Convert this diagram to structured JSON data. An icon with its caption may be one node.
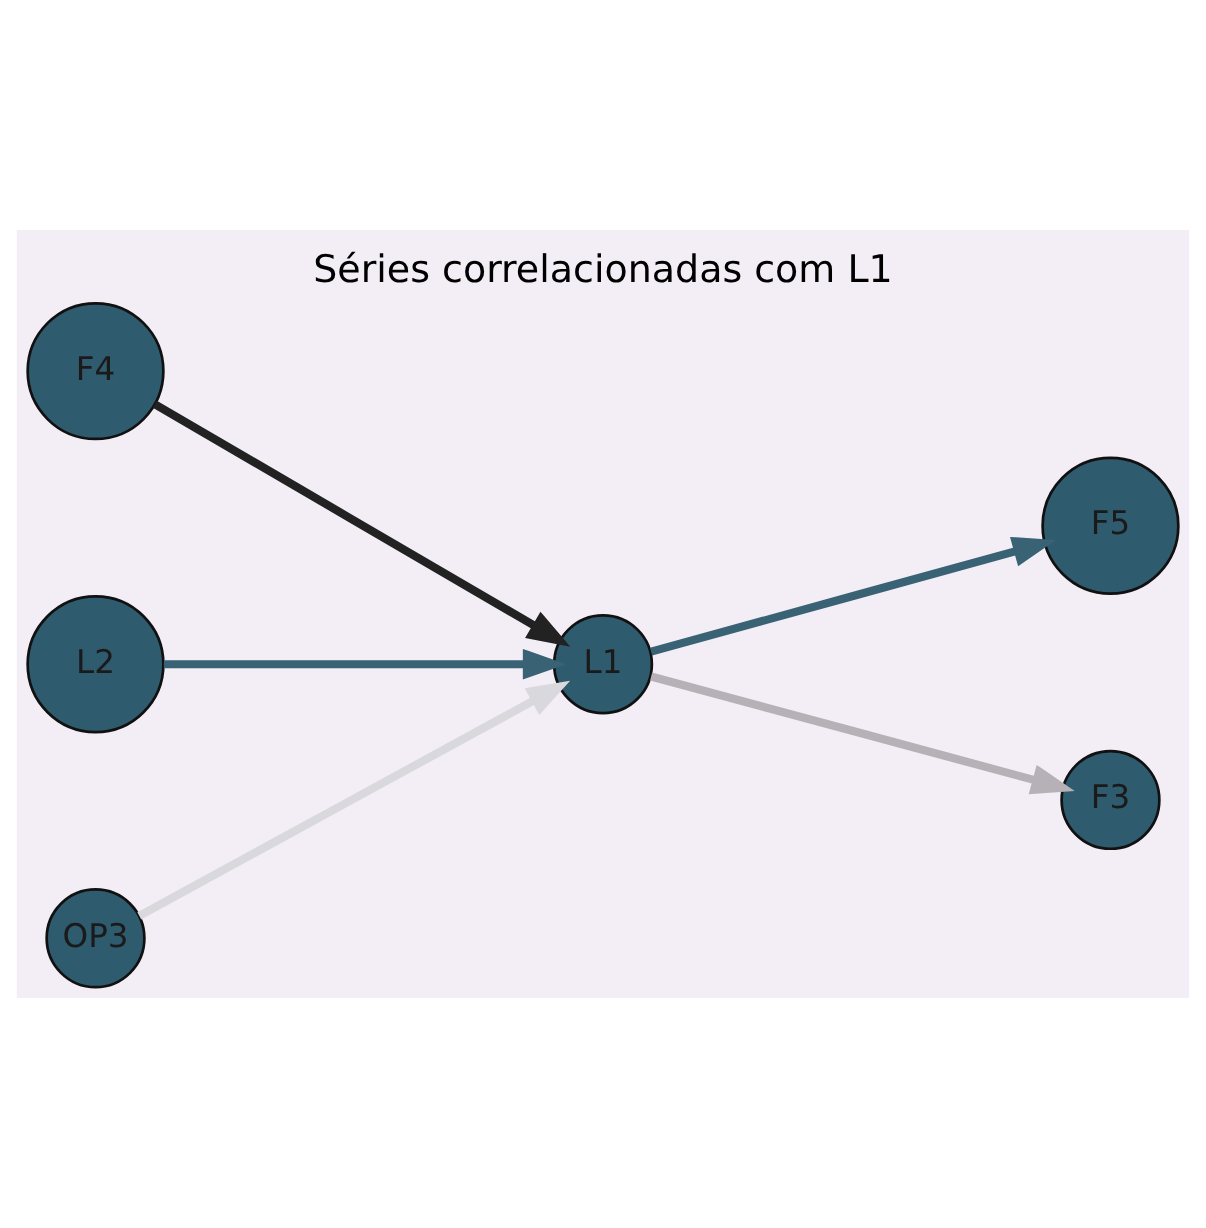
{
  "diagram": {
    "title": "Séries correlacionadas com L1",
    "nodes": [
      {
        "text": [
          "F4"
        ]
      },
      {
        "text": [
          "F5"
        ]
      },
      {
        "text": [
          "L2"
        ]
      },
      {
        "text": [
          "L1"
        ]
      },
      {
        "text": [
          "F3"
        ]
      },
      {
        "text": [
          "OP3"
        ]
      }
    ],
    "edges": [
      {
        "from": 0,
        "to": 3,
        "arrow": "to",
        "color": "#222222"
      },
      {
        "from": 3,
        "to": 1,
        "arrow": "to",
        "color": "#3a6275"
      },
      {
        "from": 2,
        "to": 3,
        "arrow": "to",
        "color": "#3a6275"
      },
      {
        "from": 3,
        "to": 4,
        "arrow": "to",
        "color": "#b5b1b7"
      },
      {
        "from": 5,
        "to": 3,
        "arrow": "to",
        "color": "#d9d9dd"
      }
    ]
  }
}
